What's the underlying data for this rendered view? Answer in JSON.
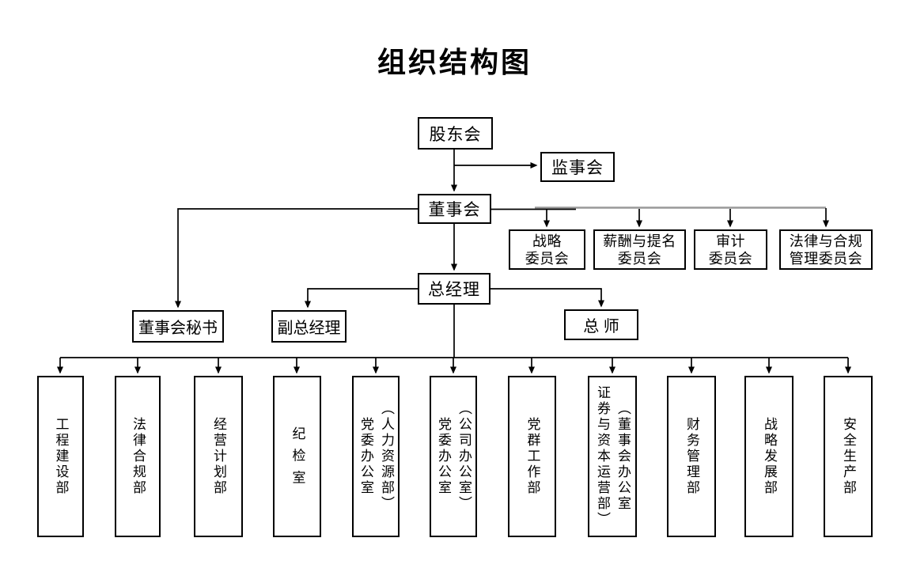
{
  "title": "组织结构图",
  "colors": {
    "background": "#ffffff",
    "line": "#000000",
    "gray_connector": "#999999",
    "box_border": "#000000",
    "text": "#000000"
  },
  "nodes": {
    "shareholders": {
      "label": "股东会"
    },
    "supervisory": {
      "label": "监事会"
    },
    "board": {
      "label": "董事会"
    },
    "general_manager": {
      "label": "总经理"
    },
    "board_secretary": {
      "label": "董事会秘书"
    },
    "deputy_general_manager": {
      "label": "副总经理"
    },
    "chief_engineer": {
      "label": "总 师"
    }
  },
  "committees": [
    {
      "label": "战略\n委员会"
    },
    {
      "label": "薪酬与提名\n委员会"
    },
    {
      "label": "审计\n委员会"
    },
    {
      "label": "法律与合规\n管理委员会"
    }
  ],
  "departments": [
    {
      "label": "工程建设部"
    },
    {
      "label": "法律合规部"
    },
    {
      "label": "经营计划部"
    },
    {
      "label": "纪 检 室"
    },
    {
      "label": "（人力资源部）\n党委办公室"
    },
    {
      "label": "（公司办公室）\n党委办公室"
    },
    {
      "label": "党群工作部"
    },
    {
      "label": "（董事会办公室\n证券与资本运营部）"
    },
    {
      "label": "财务管理部"
    },
    {
      "label": "战略发展部"
    },
    {
      "label": "安全生产部"
    }
  ]
}
